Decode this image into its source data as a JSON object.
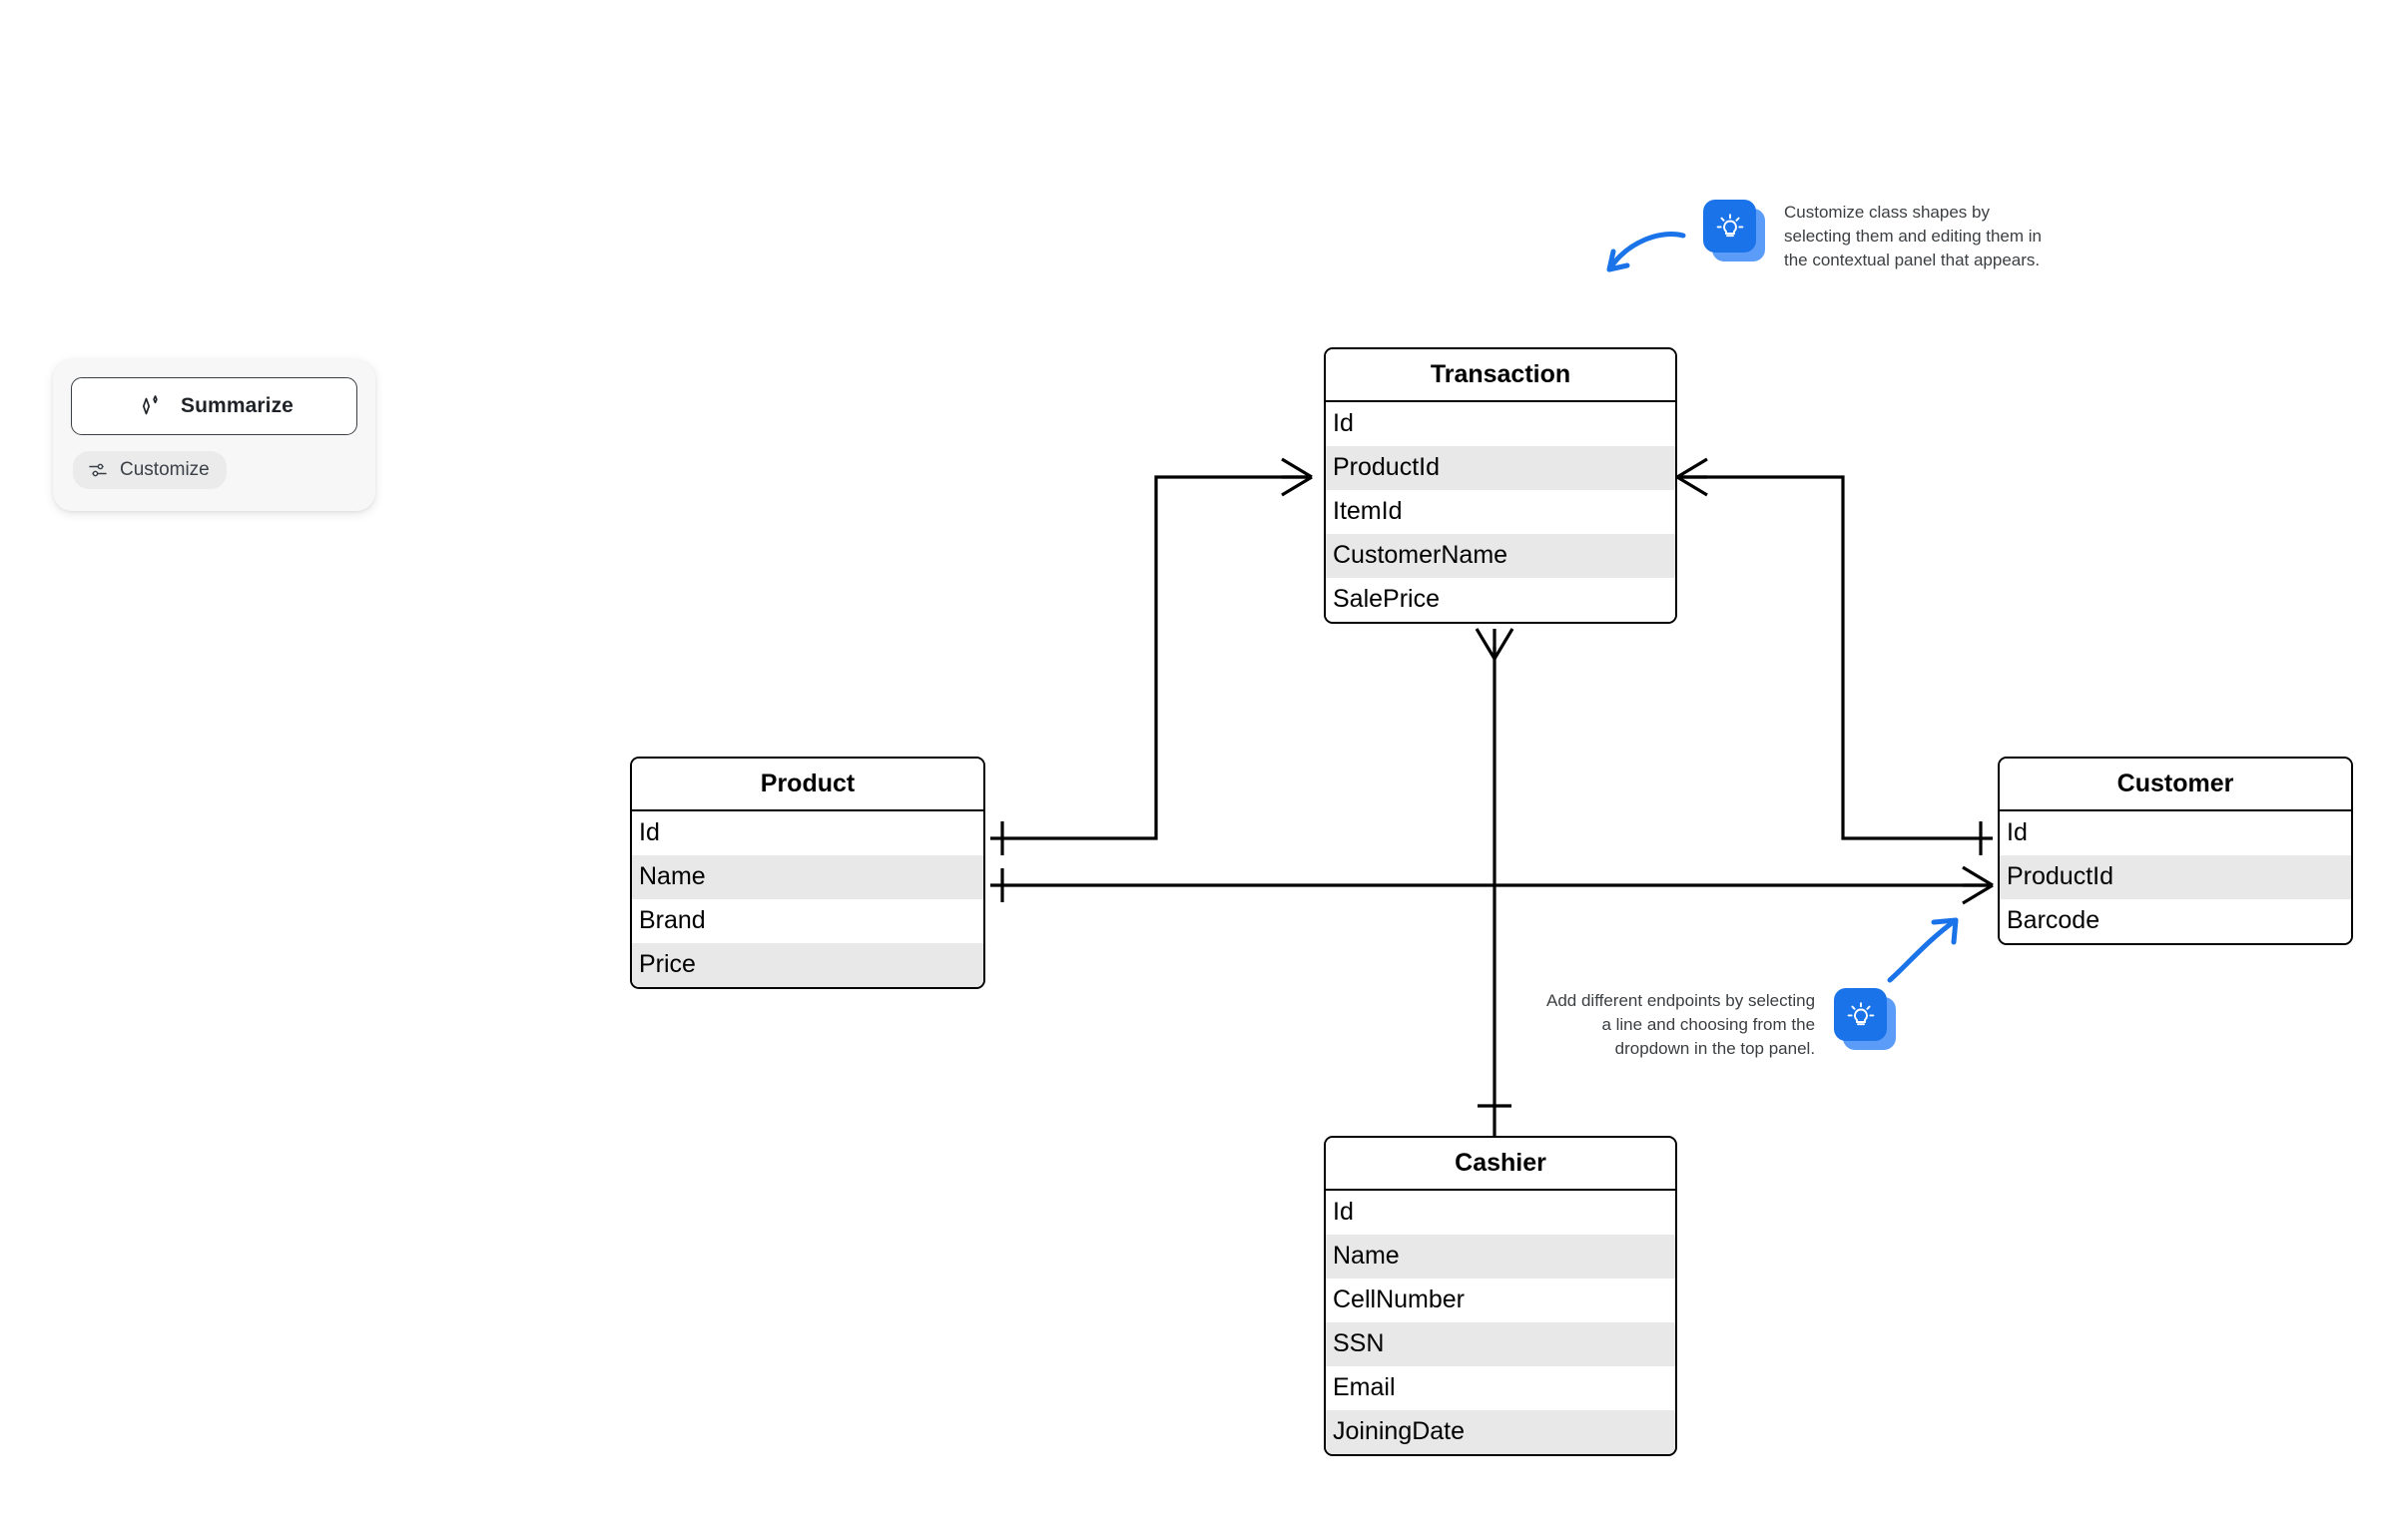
{
  "canvas": {
    "background": "#ffffff",
    "accent_blue": "#1a73e8",
    "accent_blue_light": "#5b9cf8",
    "row_shade": "#e8e8e8",
    "stroke": "#000000"
  },
  "summarize_panel": {
    "summarize_label": "Summarize",
    "summarize_icon": "sparkle-icon",
    "customize_label": "Customize",
    "customize_icon": "sliders-icon"
  },
  "callouts": [
    {
      "id": "customize-shapes",
      "icon": "lightbulb-icon",
      "text": "Customize class shapes by\nselecting them and editing them in\nthe contextual panel that appears.",
      "arrow": "curved-arrow-left"
    },
    {
      "id": "add-endpoints",
      "icon": "lightbulb-icon",
      "text": "Add different endpoints by selecting\na line and choosing from the\ndropdown in the top panel.",
      "arrow": "curved-arrow-up-right"
    }
  ],
  "entities": [
    {
      "id": "transaction",
      "title": "Transaction",
      "fields": [
        "Id",
        "ProductId",
        "ItemId",
        "CustomerName",
        "SalePrice"
      ]
    },
    {
      "id": "product",
      "title": "Product",
      "fields": [
        "Id",
        "Name",
        "Brand",
        "Price"
      ]
    },
    {
      "id": "customer",
      "title": "Customer",
      "fields": [
        "Id",
        "ProductId",
        "Barcode"
      ]
    },
    {
      "id": "cashier",
      "title": "Cashier",
      "fields": [
        "Id",
        "Name",
        "CellNumber",
        "SSN",
        "Email",
        "JoiningDate"
      ]
    }
  ],
  "relationships": [
    {
      "id": "product-id-to-transaction-productid",
      "from_entity": "Product",
      "from_field": "Id",
      "from_marker": "one",
      "to_entity": "Transaction",
      "to_field": "ProductId",
      "to_marker": "many"
    },
    {
      "id": "transaction-productid-to-customer-id",
      "from_entity": "Transaction",
      "from_field": "ProductId",
      "from_marker": "many",
      "to_entity": "Customer",
      "to_field": "Id",
      "to_marker": "one"
    },
    {
      "id": "product-name-to-customer-productid",
      "from_entity": "Product",
      "from_field": "Name",
      "from_marker": "one",
      "to_entity": "Customer",
      "to_field": "ProductId",
      "to_marker": "many"
    },
    {
      "id": "transaction-to-cashier",
      "from_entity": "Transaction",
      "from_field": "SalePrice",
      "from_marker": "many",
      "to_entity": "Cashier",
      "to_field": "Id",
      "to_marker": "one"
    }
  ]
}
